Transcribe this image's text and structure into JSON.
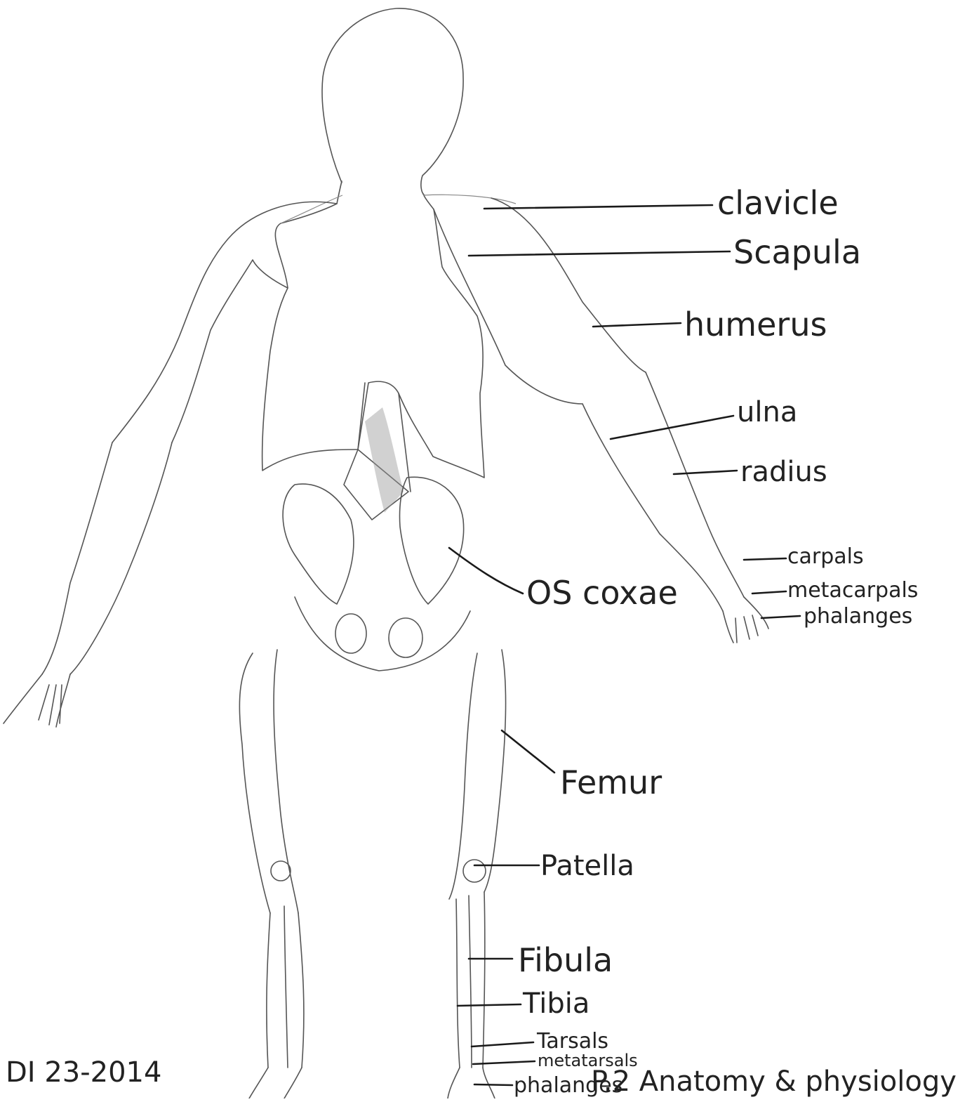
{
  "labels": {
    "clavicle": "clavicle",
    "scapula": "Scapula",
    "humerus": "humerus",
    "ulna": "ulna",
    "radius": "radius",
    "carpals": "carpals",
    "metacarpals": "metacarpals",
    "phalanges_hand": "phalanges",
    "os_coxae": "OS coxae",
    "femur": "Femur",
    "patella": "Patella",
    "fibula": "Fibula",
    "tibia": "Tibia",
    "tarsals": "Tarsals",
    "metatarsals": "metatarsals",
    "phalanges_foot": "phalanges"
  },
  "footer": {
    "date": "DI 23-2014",
    "course": "P.2 Anatomy & physiology"
  },
  "colors": {
    "ink": "#1a1a1a",
    "pencil": "#555555",
    "paper": "#ffffff"
  }
}
